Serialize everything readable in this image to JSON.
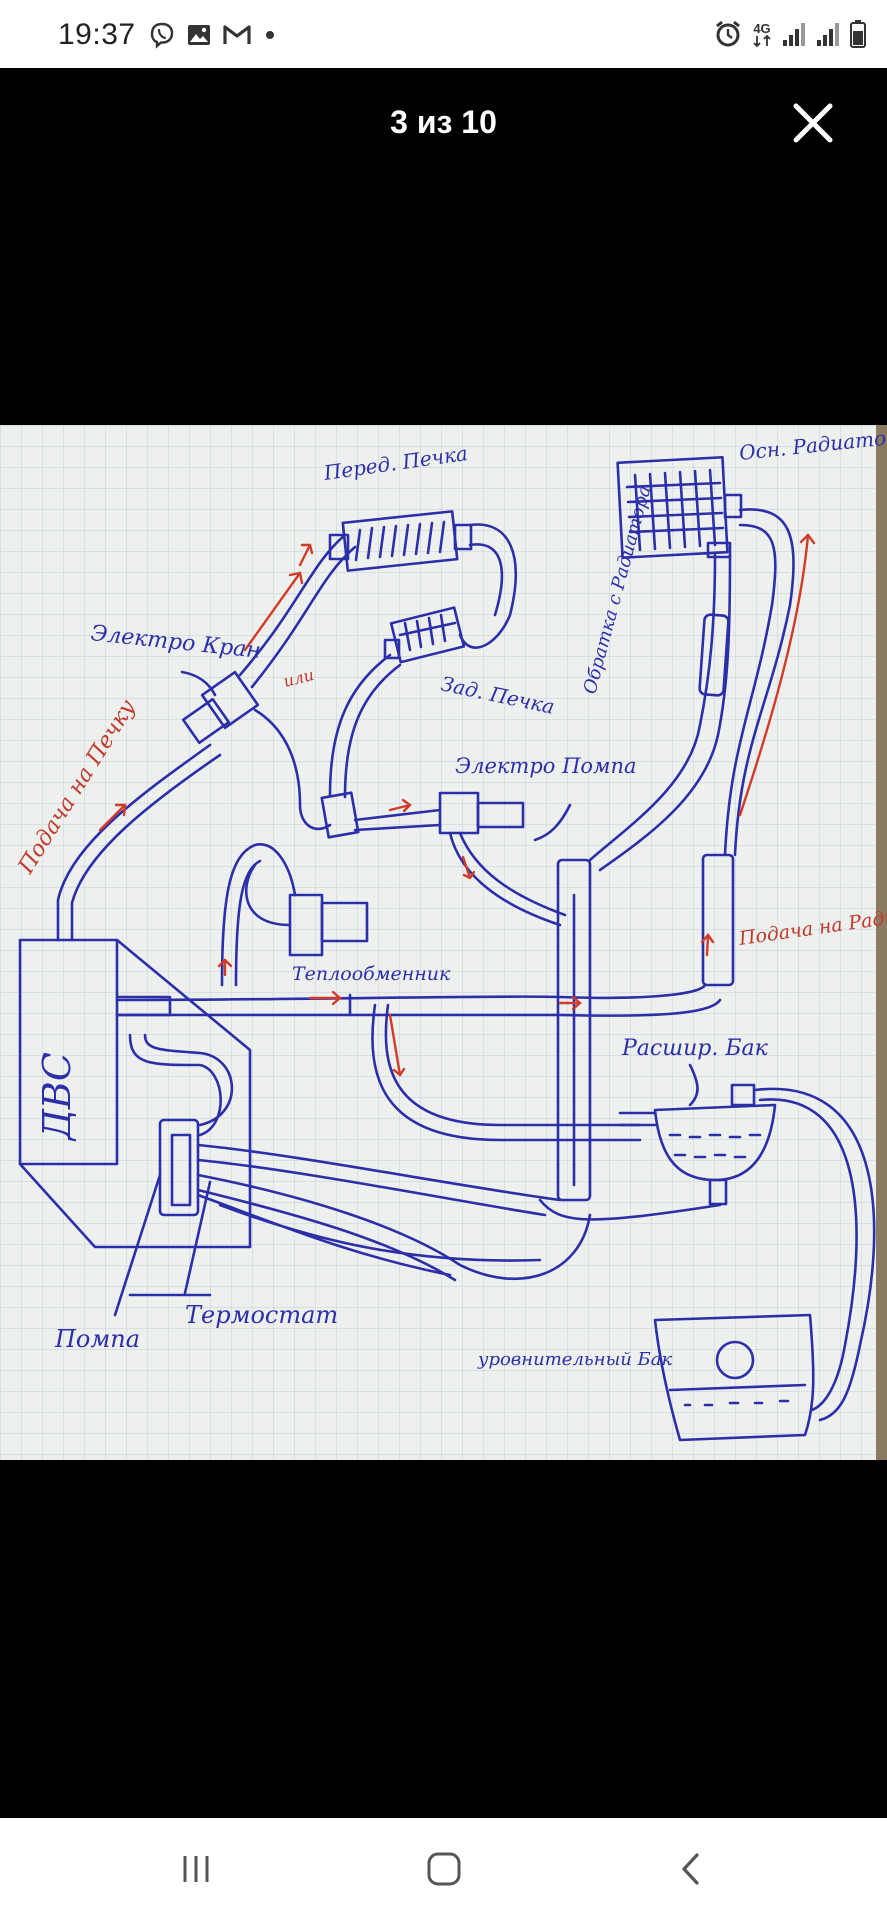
{
  "status_bar": {
    "time": "19:37",
    "left_icons": [
      "viber-icon",
      "gallery-icon",
      "gmail-icon",
      "more-dot-icon"
    ],
    "network_label": "4G",
    "right_icons": [
      "alarm-icon",
      "signal-icon",
      "signal-icon",
      "battery-icon"
    ]
  },
  "viewer": {
    "counter": "3 из 10",
    "close_icon": "close-icon"
  },
  "diagram": {
    "labels": {
      "front_heater": "Перед. Печка",
      "rear_heater": "Зад. Печка",
      "electro_valve": "Электро Кран",
      "or": "или",
      "feed_to_heater": "Подача на Печку",
      "electro_pump": "Электро Помпа",
      "main_radiator": "Осн. Радиатор",
      "return_from_radiator": "Обратка с Радиатора",
      "feed_to_radiator": "Подача на Радиатор",
      "heat_exchanger": "Теплообменник",
      "engine": "ДВС",
      "expansion_tank": "Расшир. Бак",
      "pump": "Помпа",
      "thermostat": "Термостат",
      "level_tank": "уровнительный Бак"
    },
    "colors": {
      "ink": "#2b2fa8",
      "red_arrow": "#d23a2a",
      "paper": "#eef0ee",
      "grid": "#c9d3df"
    }
  },
  "nav_bar": {
    "recents_icon": "recents-icon",
    "home_icon": "home-icon",
    "back_icon": "back-icon"
  }
}
